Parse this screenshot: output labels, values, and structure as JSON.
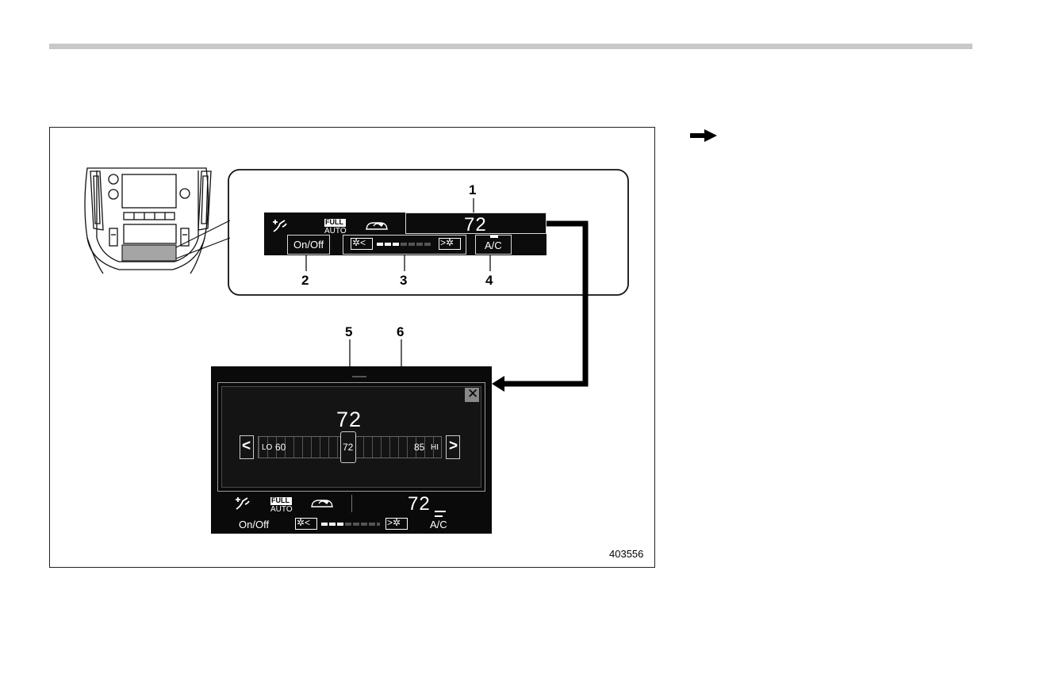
{
  "figure": {
    "code": "403556",
    "callouts": [
      "1",
      "2",
      "3",
      "4",
      "5",
      "6"
    ]
  },
  "strip": {
    "full_label": "FULL",
    "auto_label": "AUTO",
    "temperature": "72",
    "on_off": "On/Off",
    "ac": "A/C"
  },
  "screen": {
    "temperature_big": "72",
    "scale": {
      "lo": "LO",
      "min": "60",
      "current": "72",
      "max": "85",
      "hi": "HI"
    },
    "bottom": {
      "full_label": "FULL",
      "auto_label": "AUTO",
      "temperature": "72",
      "on_off": "On/Off",
      "ac": "A/C"
    }
  },
  "colors": {
    "screen_bg": "#0a0a0a",
    "rule": "#c8c8c8"
  }
}
